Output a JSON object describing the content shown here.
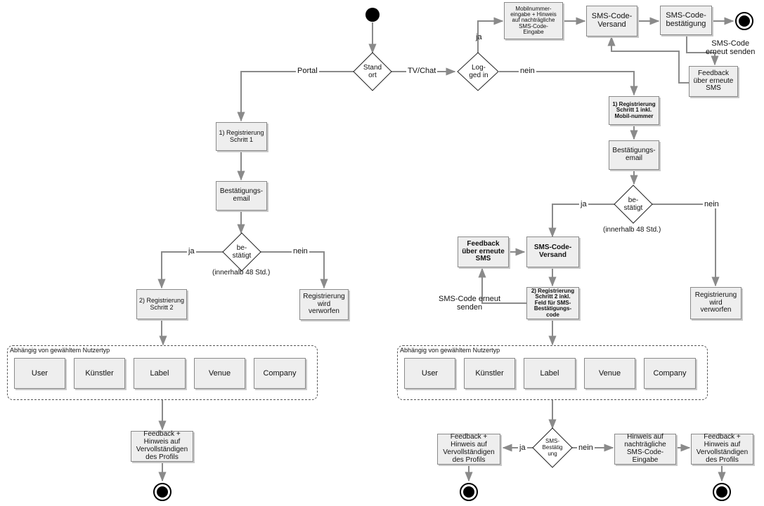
{
  "nodes": {
    "mobil_hinweis": "Mobilnummer-\neingabe + Hinweis\nauf nachträgliche\nSMS-Code-\nEingabe",
    "sms_versand_top": "SMS-Code-\nVersand",
    "sms_bestaetigung_top": "SMS-Code-\nbestätigung",
    "feedback_sms_top": "Feedback\nüber erneute\nSMS",
    "reg1_left": "1) Registrierung\nSchritt 1",
    "bestaetigung_left": "Bestätigungs-\nemail",
    "reg2_left": "2) Registrierung\nSchritt 2",
    "verworfen_left": "Registrierung\nwird\nverworfen",
    "feedback_left": "Feedback +\nHinweis auf\nVervollständigen\ndes Profils",
    "reg1_right": "1) Registrierung\nSchritt 1 inkl.\nMobil-nummer",
    "bestaetigung_right": "Bestätigungs-\nemail",
    "feedback_sms_mid": "Feedback\nüber erneute\nSMS",
    "sms_versand_mid": "SMS-Code-\nVersand",
    "reg2_right": "2) Registrierung\nSchritt 2 inkl.\nFeld für SMS-\nBestätigungs-\ncode",
    "verworfen_right": "Registrierung\nwird\nverworfen",
    "feedback_bottom_left": "Feedback +\nHinweis auf\nVervollständigen\ndes Profils",
    "hinweis_bottom": "Hinweis auf\nnachträgliche\nSMS-Code-\nEingabe",
    "feedback_bottom_right": "Feedback +\nHinweis auf\nVervollständigen\ndes Profils"
  },
  "decisions": {
    "standort": "Stand\nort",
    "logged_in": "Log-\nged in",
    "bestaetigt_left": "be-\nstätigt",
    "bestaetigt_right": "be-\nstätigt",
    "sms_bestaetigung": "SMS-\nBestätig\nung"
  },
  "labels": {
    "portal": "Portal",
    "tvchat": "TV/Chat",
    "ja_top": "ja",
    "nein_top": "nein",
    "sms_erneut_top": "SMS-Code\nerneut senden",
    "ja_left": "ja",
    "nein_left": "nein",
    "innerhalb_left": "(innerhalb 48 Std.)",
    "ja_right": "ja",
    "nein_right": "nein",
    "innerhalb_right": "(innerhalb 48 Std.)",
    "sms_erneut_mid": "SMS-Code erneut\nsenden",
    "ja_bottom": "ja",
    "nein_bottom": "nein"
  },
  "groups": {
    "left": {
      "title": "Abhängig von gewähltem Nutzertyp",
      "types": [
        "User",
        "Künstler",
        "Label",
        "Venue",
        "Company"
      ]
    },
    "right": {
      "title": "Abhängig von gewähltem Nutzertyp",
      "types": [
        "User",
        "Künstler",
        "Label",
        "Venue",
        "Company"
      ]
    }
  }
}
